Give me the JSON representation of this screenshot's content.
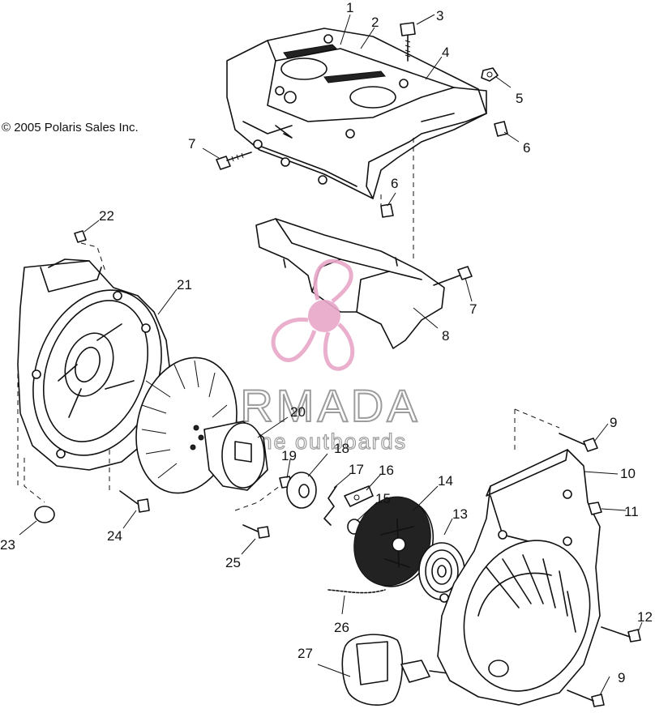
{
  "copyright": "© 2005 Polaris Sales Inc.",
  "watermark": {
    "brand": "ARMADA",
    "tagline": "marine outboards",
    "color": "#e9a7c9"
  },
  "callouts": [
    "1",
    "2",
    "3",
    "4",
    "5",
    "6",
    "6",
    "7",
    "7",
    "8",
    "9",
    "9",
    "10",
    "11",
    "12",
    "13",
    "14",
    "15",
    "16",
    "17",
    "18",
    "19",
    "20",
    "21",
    "22",
    "23",
    "24",
    "25",
    "26",
    "27"
  ]
}
